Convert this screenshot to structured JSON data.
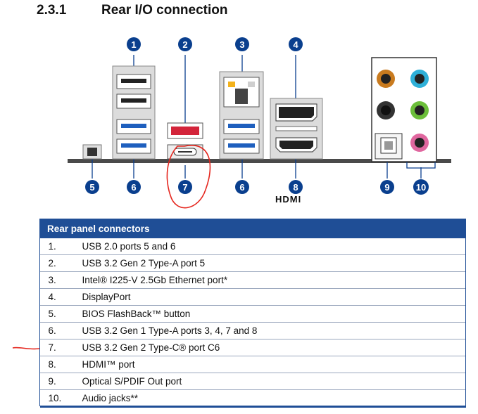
{
  "section": {
    "number": "2.3.1",
    "title": "Rear I/O connection"
  },
  "callouts": [
    "1",
    "2",
    "3",
    "4",
    "5",
    "6",
    "6",
    "7",
    "8",
    "9",
    "10"
  ],
  "hdmi_logo": "HDMI",
  "colors": {
    "callout": "#0a3f8e",
    "header": "#1f4e96",
    "annotation": "#e5261e"
  },
  "table": {
    "header": "Rear panel connectors",
    "rows": [
      {
        "n": "1.",
        "label": "USB 2.0 ports 5 and 6"
      },
      {
        "n": "2.",
        "label": "USB 3.2 Gen 2 Type-A port 5"
      },
      {
        "n": "3.",
        "label": "Intel® I225-V 2.5Gb Ethernet port*"
      },
      {
        "n": "4.",
        "label": "DisplayPort"
      },
      {
        "n": "5.",
        "label": "BIOS FlashBack™ button"
      },
      {
        "n": "6.",
        "label": "USB 3.2 Gen 1 Type-A ports 3, 4, 7 and 8"
      },
      {
        "n": "7.",
        "label": "USB 3.2 Gen 2 Type-C® port C6"
      },
      {
        "n": "8.",
        "label": "HDMI™ port"
      },
      {
        "n": "9.",
        "label": "Optical S/PDIF Out port"
      },
      {
        "n": "10.",
        "label": "Audio jacks**"
      }
    ]
  }
}
